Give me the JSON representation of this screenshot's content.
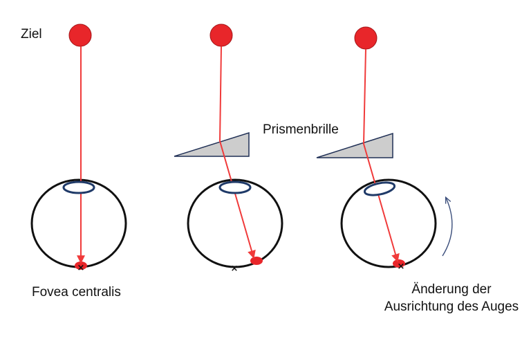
{
  "labels": {
    "target": "Ziel",
    "prism_glasses": "Prismenbrille",
    "fovea": "Fovea centralis",
    "eye_alignment_change_line1": "Änderung der",
    "eye_alignment_change_line2": "Ausrichtung des Auges"
  },
  "colors": {
    "target": "#e8262a",
    "ray": "#f03a3a",
    "eyeball": "#111111",
    "lens": "#1f3a68",
    "prism_fill": "#cdcdcd",
    "prism_stroke": "#1f2f55",
    "rotation_arrow": "#3c4f7c"
  },
  "panels": [
    {
      "name": "normal-view"
    },
    {
      "name": "prism-glasses-view"
    },
    {
      "name": "compensated-eye-view"
    }
  ]
}
